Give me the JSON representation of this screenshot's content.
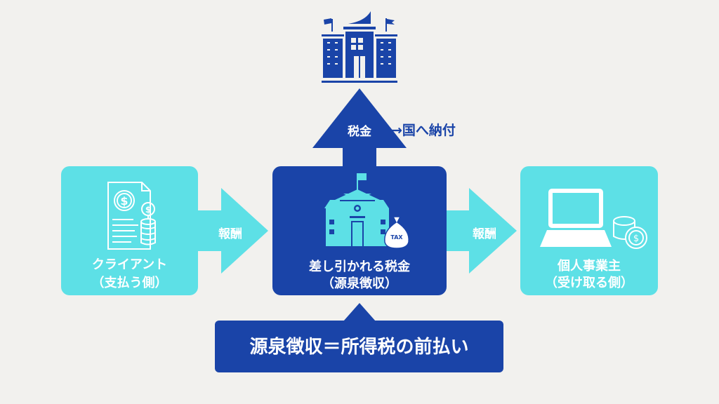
{
  "colors": {
    "background": "#f2f1ee",
    "cyan": "#5de0e6",
    "blue": "#1a44a8",
    "white": "#ffffff"
  },
  "top": {
    "arrow_label": "税金",
    "note": "→国へ納付",
    "icon": "government-building-icon"
  },
  "left_box": {
    "title": "クライアント",
    "subtitle": "（支払う側）",
    "icon": "invoice-coins-icon"
  },
  "left_arrow": {
    "label": "報酬"
  },
  "center_box": {
    "title": "差し引かれる税金",
    "subtitle": "（源泉徴収）",
    "icon": "office-tax-bag-icon",
    "bag_label": "TAX"
  },
  "right_arrow": {
    "label": "報酬"
  },
  "right_box": {
    "title": "個人事業主",
    "subtitle": "（受け取る側）",
    "icon": "laptop-coins-icon"
  },
  "banner": {
    "text": "源泉徴収＝所得税の前払い"
  }
}
